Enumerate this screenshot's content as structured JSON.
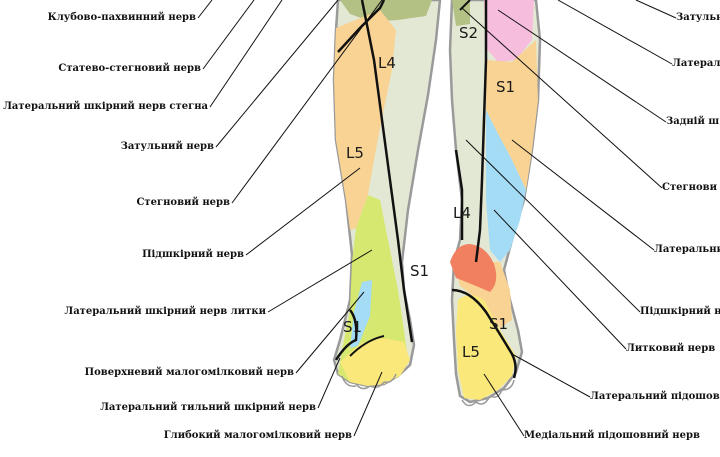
{
  "colors": {
    "skin": "#e3e8d4",
    "orange": "#f9d394",
    "blue": "#a4dcf6",
    "yellow_green": "#d6e870",
    "yellow": "#fae87a",
    "pink": "#f6bddd",
    "olive": "#b4c185",
    "salmon": "#f08060",
    "line": "#111111",
    "outline": "#9a9a9a"
  },
  "segments": [
    "L4",
    "L5",
    "S1",
    "S1",
    "S2",
    "S1",
    "L4",
    "S1",
    "L5"
  ],
  "left_labels": [
    "Клубово-пахвинний нерв",
    "Статево-стегновий нерв",
    "Латеральний шкірний нерв стегна",
    "Затульний нерв",
    "Стегновий нерв",
    "Підшкірний нерв",
    "Латеральний шкірний нерв литки",
    "Поверхневий малогомілковий нерв",
    "Латеральний тильний шкірний нерв",
    "Глибокий малогомілковий нерв"
  ],
  "right_labels": [
    "Затульн",
    "Латерал",
    "Задній ш",
    "Стегнови",
    "Латеральни",
    "Підшкірний не",
    "Литковий нерв",
    "Латеральний підошовн",
    "Медіальний підошовний нерв"
  ]
}
